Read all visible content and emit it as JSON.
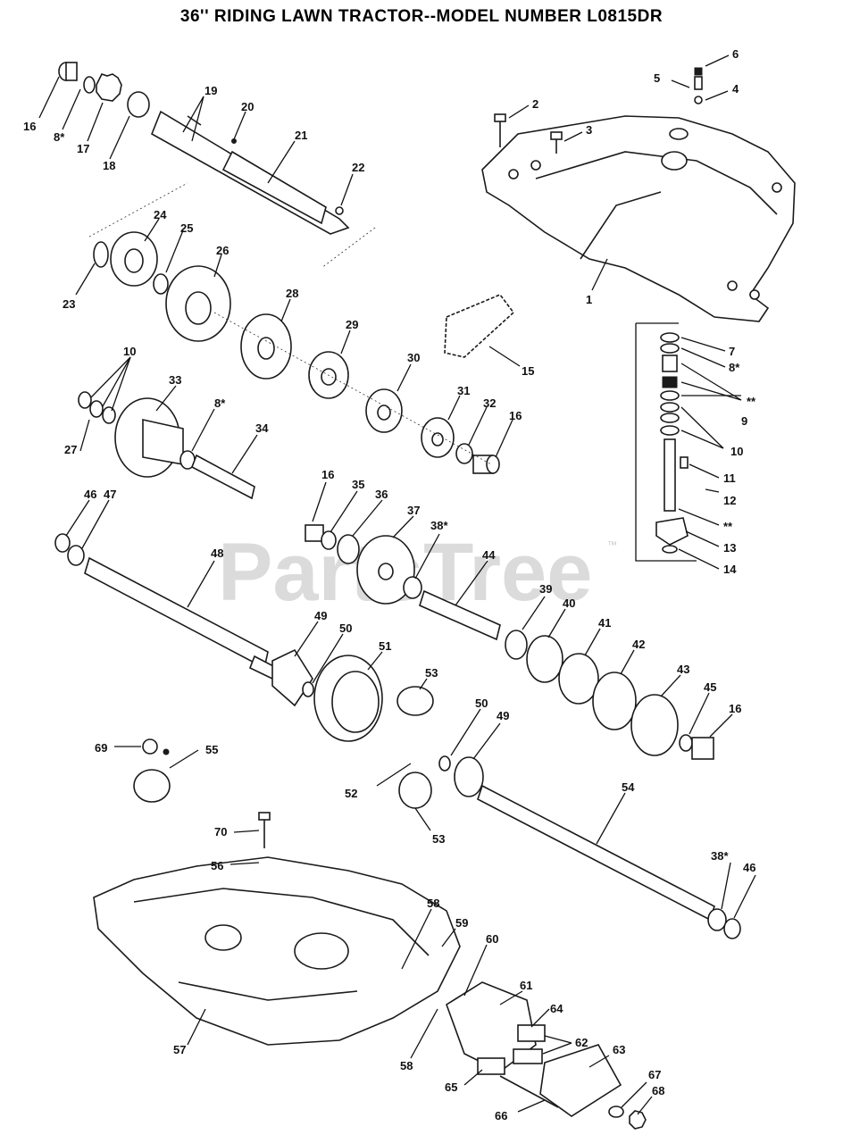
{
  "title": "36'' RIDING LAWN TRACTOR--MODEL NUMBER L0815DR",
  "watermark": "PartsTree",
  "watermark_tm": "™",
  "callouts": [
    "1",
    "2",
    "3",
    "4",
    "5",
    "6",
    "7",
    "8*",
    "9",
    "10",
    "11",
    "12",
    "13",
    "14",
    "15",
    "16",
    "17",
    "18",
    "19",
    "20",
    "21",
    "22",
    "23",
    "24",
    "25",
    "26",
    "27",
    "28",
    "29",
    "30",
    "31",
    "32",
    "33",
    "34",
    "35",
    "36",
    "37",
    "38*",
    "39",
    "40",
    "41",
    "42",
    "43",
    "44",
    "45",
    "46",
    "47",
    "48",
    "49",
    "50",
    "51",
    "52",
    "53",
    "54",
    "55",
    "56",
    "57",
    "58",
    "59",
    "60",
    "61",
    "62",
    "63",
    "64",
    "65",
    "66",
    "67",
    "68",
    "69",
    "70",
    "**"
  ],
  "labels": {
    "c16a": "16",
    "c8a": "8*",
    "c17": "17",
    "c18": "18",
    "c19": "19",
    "c20": "20",
    "c21": "21",
    "c22": "22",
    "c2": "2",
    "c3": "3",
    "c4": "4",
    "c5": "5",
    "c6": "6",
    "c1": "1",
    "c23": "23",
    "c24": "24",
    "c25": "25",
    "c26": "26",
    "c28": "28",
    "c29": "29",
    "c30": "30",
    "c31": "31",
    "c32": "32",
    "c16b": "16",
    "c15": "15",
    "c7": "7",
    "c8b": "8*",
    "cstar1": "**",
    "c9": "9",
    "c10a": "10",
    "c11": "11",
    "c12": "12",
    "cstar2": "**",
    "c13": "13",
    "c14": "14",
    "c10b": "10",
    "c27": "27",
    "c33": "33",
    "c8c": "8*",
    "c34": "34",
    "c46a": "46",
    "c47": "47",
    "c48": "48",
    "c16c": "16",
    "c35": "35",
    "c36": "36",
    "c37": "37",
    "c38a": "38*",
    "c44": "44",
    "c39": "39",
    "c40": "40",
    "c41": "41",
    "c42": "42",
    "c43": "43",
    "c45": "45",
    "c16d": "16",
    "c49a": "49",
    "c50a": "50",
    "c51": "51",
    "c53a": "53",
    "c69": "69",
    "c55": "55",
    "c52": "52",
    "c53b": "53",
    "c50b": "50",
    "c49b": "49",
    "c54": "54",
    "c70": "70",
    "c56": "56",
    "c38b": "38*",
    "c46b": "46",
    "c58a": "58",
    "c59": "59",
    "c60": "60",
    "c61": "61",
    "c64": "64",
    "c62": "62",
    "c63": "63",
    "c57": "57",
    "c58b": "58",
    "c65": "65",
    "c67": "67",
    "c68": "68",
    "c66": "66"
  },
  "colors": {
    "ink": "#1a1a1a",
    "paper": "#ffffff",
    "watermark": "#cfcfcf"
  },
  "icon_names": [
    "gear-icon",
    "shaft-icon",
    "washer-icon",
    "bushing-icon",
    "chain-icon",
    "housing-icon",
    "bolt-icon"
  ]
}
